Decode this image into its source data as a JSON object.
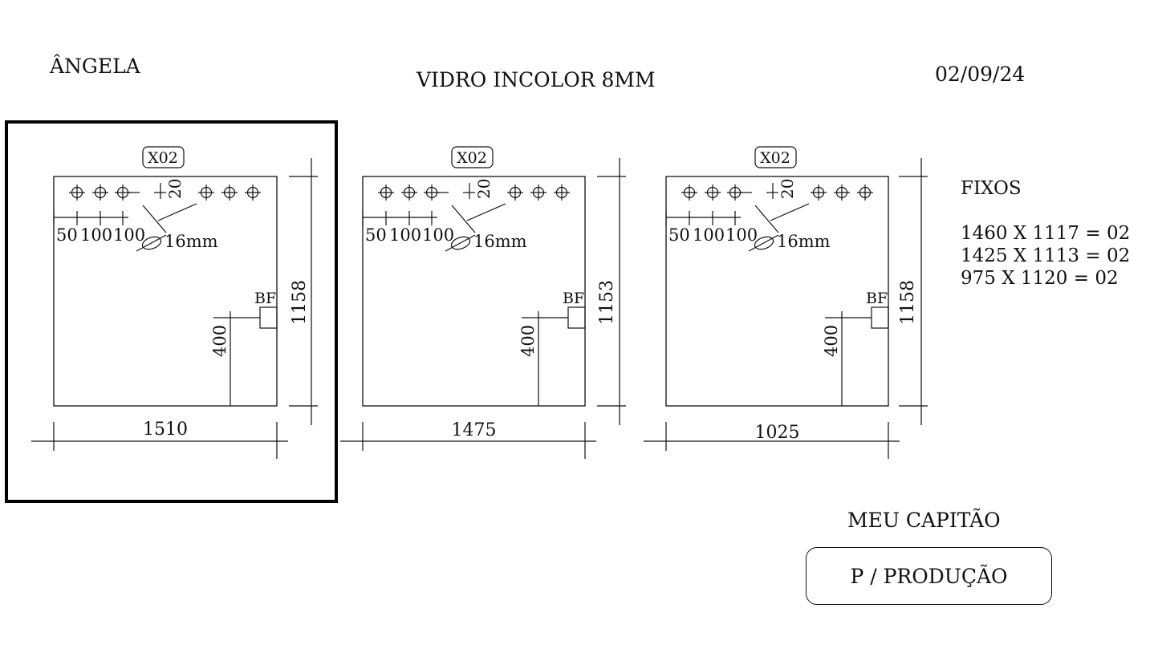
{
  "header": {
    "client": "ÂNGELA",
    "title": "VIDRO INCOLOR 8MM",
    "date": "02/09/24"
  },
  "panels": [
    {
      "qty_tag": "X02",
      "width_label": "1510",
      "height_label": "1158",
      "offset_label": "20",
      "spacings": [
        "50",
        "100",
        "100"
      ],
      "hole_label": "16mm",
      "bf_label": "BF",
      "bf_height_label": "400"
    },
    {
      "qty_tag": "X02",
      "width_label": "1475",
      "height_label": "1153",
      "offset_label": "20",
      "spacings": [
        "50",
        "100",
        "100"
      ],
      "hole_label": "16mm",
      "bf_label": "BF",
      "bf_height_label": "400"
    },
    {
      "qty_tag": "X02",
      "width_label": "1025",
      "height_label": "1158",
      "offset_label": "20",
      "spacings": [
        "50",
        "100",
        "100"
      ],
      "hole_label": "16mm",
      "bf_label": "BF",
      "bf_height_label": "400"
    }
  ],
  "fixos": {
    "title": "FIXOS",
    "lines": [
      "1460 X 1117 = 02",
      "1425 X 1113 = 02",
      "975 X 1120 = 02"
    ]
  },
  "footer": {
    "captain": "MEU CAPITÃO",
    "production_label": "P / PRODUÇÃO"
  }
}
